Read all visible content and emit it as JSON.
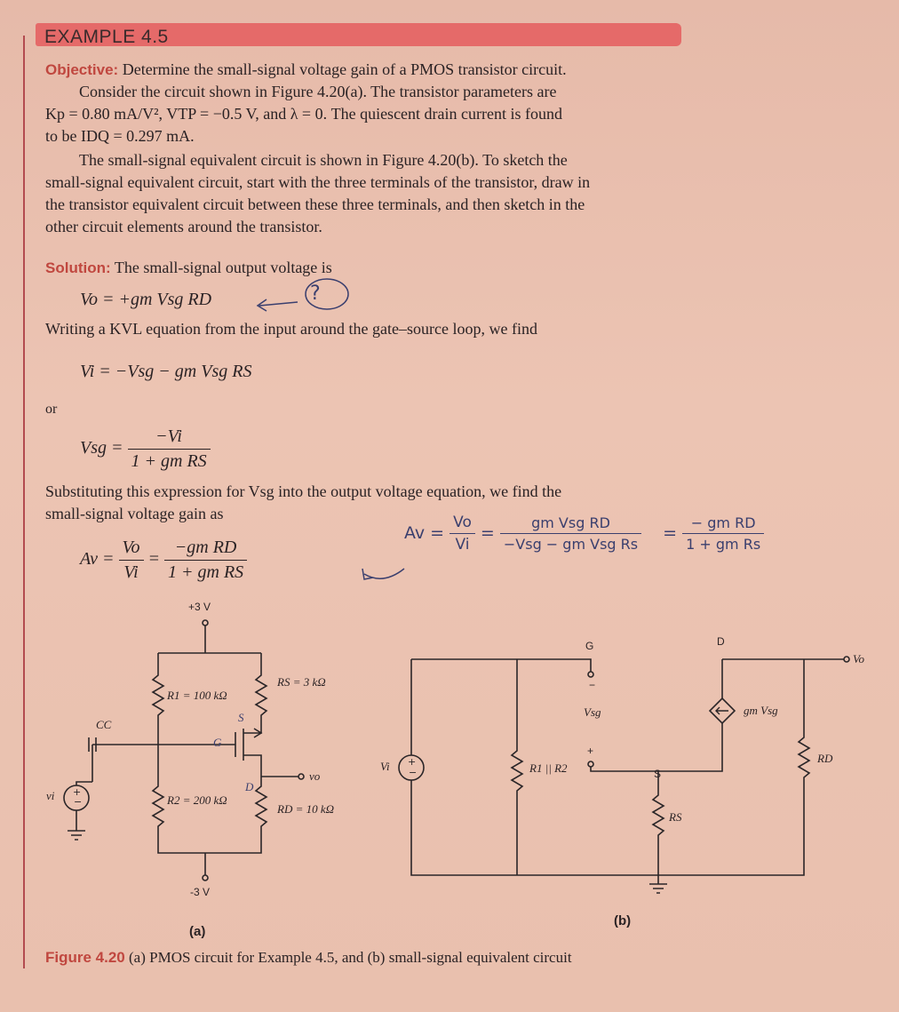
{
  "title": "EXAMPLE 4.5",
  "objective": {
    "label": "Objective:",
    "line1": "Determine the small-signal voltage gain of a PMOS transistor circuit.",
    "line2": "Consider the circuit shown in Figure 4.20(a). The transistor parameters are",
    "line3": "Kp = 0.80 mA/V², VTP = −0.5 V, and λ = 0. The quiescent drain current is found",
    "line4": "to be IDQ = 0.297 mA."
  },
  "para2": [
    "The small-signal equivalent circuit is shown in Figure 4.20(b). To sketch the",
    "small-signal equivalent circuit, start with the three terminals of the transistor, draw in",
    "the transistor equivalent circuit between these three terminals, and then sketch in the",
    "other circuit elements around the transistor."
  ],
  "solution": {
    "label": "Solution:",
    "text": "The small-signal output voltage is"
  },
  "eq1": "Vo = +gm Vsg RD",
  "annotation_q": "?",
  "kvl_text": "Writing a KVL equation from the input around the gate–source loop, we find",
  "eq2": "Vi = −Vsg − gm Vsg RS",
  "or_text": "or",
  "eq3": {
    "lhs": "Vsg =",
    "num": "−Vi",
    "den": "1 + gm RS"
  },
  "subst_text": [
    "Substituting this expression for Vsg into the output voltage equation, we find the",
    "small-signal voltage gain as"
  ],
  "eq4": {
    "lhs": "Av =",
    "f1_num": "Vo",
    "f1_den": "Vi",
    "eqs": "=",
    "f2_num": "−gm RD",
    "f2_den": "1 + gm RS"
  },
  "handwritten": {
    "lhs": "Av =",
    "f1_num": "Vo",
    "f1_den": "Vi",
    "f2_num": "gm Vsg RD",
    "f2_den": "−Vsg − gm Vsg Rs",
    "f3_num": "− gm RD",
    "f3_den": "1 + gm Rs"
  },
  "circuit_a": {
    "vplus": "+3 V",
    "vminus": "-3 V",
    "r1": "R1 = 100 kΩ",
    "r2": "R2 = 200 kΩ",
    "rs": "RS = 3 kΩ",
    "rd": "RD = 10 kΩ",
    "cc": "CC",
    "vi": "vi",
    "vo": "vo",
    "s": "S",
    "g": "G",
    "d": "D",
    "sublabel": "(a)"
  },
  "circuit_b": {
    "g": "G",
    "d": "D",
    "s": "S",
    "vo": "Vo",
    "vi": "Vi",
    "vsg": "Vsg",
    "minus": "−",
    "plus": "+",
    "r12": "R1 || R2",
    "rs": "RS",
    "rd": "RD",
    "gm": "gm Vsg",
    "sublabel": "(b)"
  },
  "caption": {
    "num": "Figure 4.20",
    "text": "(a) PMOS circuit for Example 4.5, and (b) small-signal equivalent circuit"
  }
}
